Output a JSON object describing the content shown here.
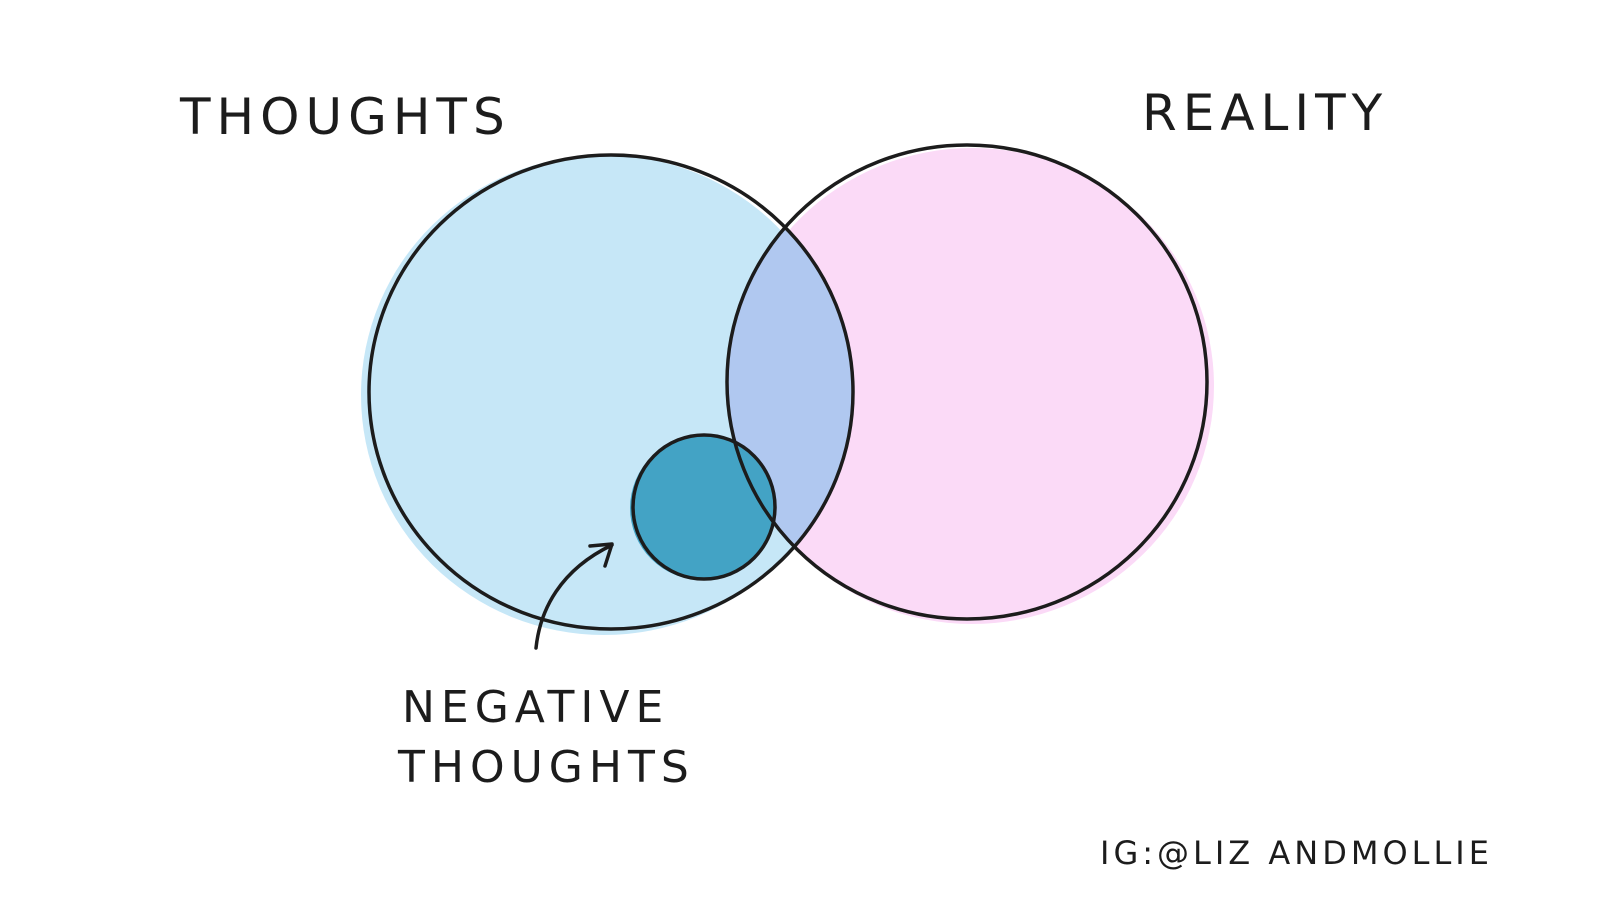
{
  "labels": {
    "left_set": "THOUGHTS",
    "right_set": "REALITY",
    "inner_set_line1": "NEGATIVE",
    "inner_set_line2": "THOUGHTS",
    "credit": "IG:@LIZ ANDMOLLIE"
  },
  "colors": {
    "thoughts_fill": "#c6e7f7",
    "reality_fill": "#fbdaf7",
    "overlap_fill": "#b0c8f0",
    "negative_fill": "#43a3c5",
    "stroke": "#1c1c1c",
    "background": "#ffffff"
  }
}
